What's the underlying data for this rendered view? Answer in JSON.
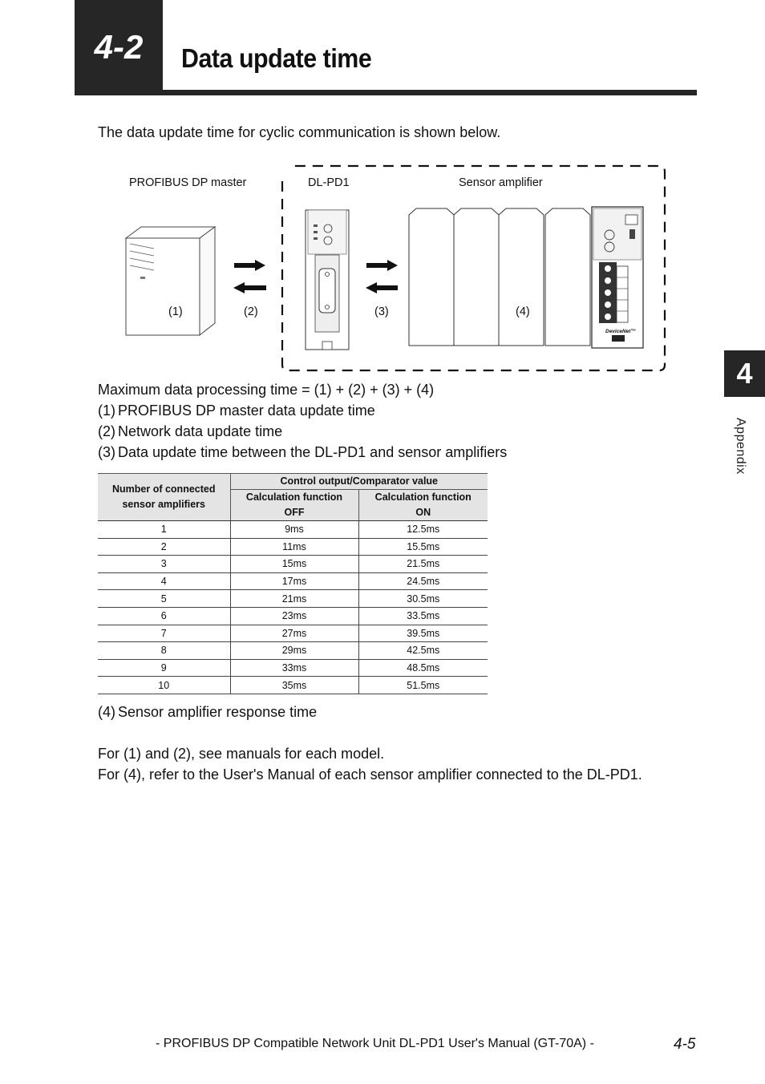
{
  "header": {
    "section_number": "4-2",
    "title": "Data update time"
  },
  "side_tab": {
    "chapter_number": "4",
    "chapter_label": "Appendix"
  },
  "intro": "The data update time for cyclic communication is shown below.",
  "diagram": {
    "label_master": "PROFIBUS DP master",
    "label_dlpd1": "DL-PD1",
    "label_sensor": "Sensor amplifier",
    "marker_1": "(1)",
    "marker_2": "(2)",
    "marker_3": "(3)",
    "marker_4": "(4)",
    "devicenet_mark": "DeviceNet™"
  },
  "formula": {
    "max_time": "Maximum data processing time = (1) + (2) + (3) + (4)",
    "item1_num": "(1)",
    "item1_text": "PROFIBUS DP master data update time",
    "item2_num": "(2)",
    "item2_text": "Network data update time",
    "item3_num": "(3)",
    "item3_text": "Data update time between the DL-PD1 and sensor amplifiers"
  },
  "table": {
    "col0_header": "Number of connected sensor amplifiers",
    "group_header": "Control output/Comparator value",
    "col1_header": "Calculation function OFF",
    "col2_header": "Calculation function ON",
    "rows": [
      [
        "1",
        "9ms",
        "12.5ms"
      ],
      [
        "2",
        "11ms",
        "15.5ms"
      ],
      [
        "3",
        "15ms",
        "21.5ms"
      ],
      [
        "4",
        "17ms",
        "24.5ms"
      ],
      [
        "5",
        "21ms",
        "30.5ms"
      ],
      [
        "6",
        "23ms",
        "33.5ms"
      ],
      [
        "7",
        "27ms",
        "39.5ms"
      ],
      [
        "8",
        "29ms",
        "42.5ms"
      ],
      [
        "9",
        "33ms",
        "48.5ms"
      ],
      [
        "10",
        "35ms",
        "51.5ms"
      ]
    ]
  },
  "after_table": {
    "item4_num": "(4)",
    "item4_text": "Sensor amplifier response time",
    "note1": "For (1) and (2), see manuals for each model.",
    "note2": "For (4), refer to the User's Manual of each sensor amplifier connected to the DL-PD1."
  },
  "footer": {
    "manual_title": "- PROFIBUS DP Compatible Network Unit DL-PD1 User's Manual (GT-70A) -",
    "page_number": "4-5"
  },
  "colors": {
    "header_dark": "#262626",
    "table_header_bg": "#e4e4e4"
  }
}
